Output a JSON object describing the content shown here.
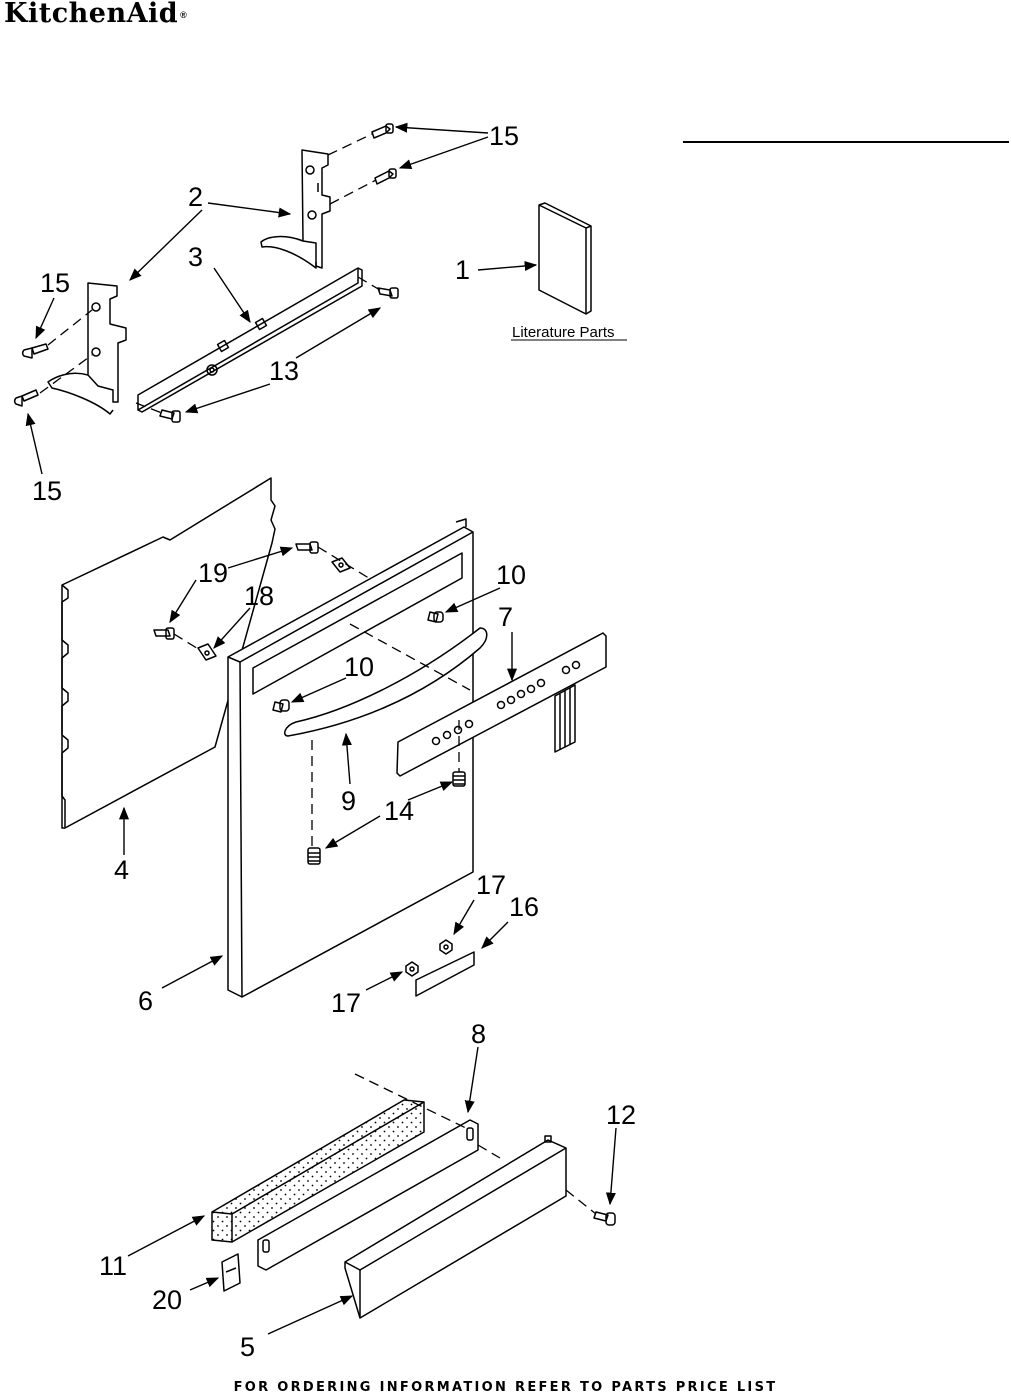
{
  "brand": {
    "logo_text": "KitchenAid",
    "registered_mark": "®"
  },
  "footer": {
    "text": "FOR ORDERING INFORMATION REFER TO PARTS PRICE LIST"
  },
  "literature_label": "Literature Parts",
  "callouts": {
    "c1": "1",
    "c2": "2",
    "c3": "3",
    "c4": "4",
    "c5": "5",
    "c6": "6",
    "c7": "7",
    "c8": "8",
    "c9": "9",
    "c10a": "10",
    "c10b": "10",
    "c11": "11",
    "c12": "12",
    "c13": "13",
    "c14": "14",
    "c15a": "15",
    "c15b": "15",
    "c15c": "15",
    "c16": "16",
    "c17a": "17",
    "c17b": "17",
    "c18": "18",
    "c19": "19",
    "c20": "20"
  }
}
